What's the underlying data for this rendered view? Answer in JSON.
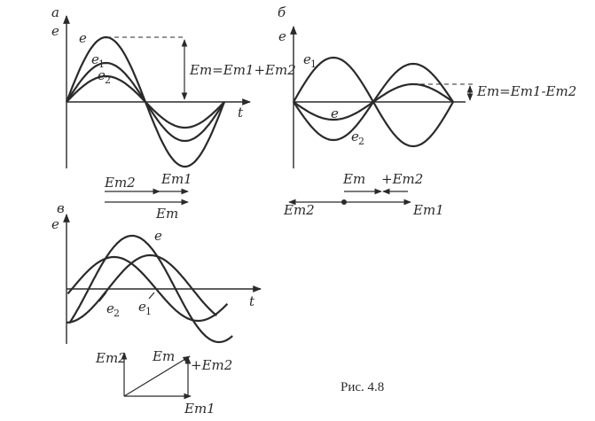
{
  "figure": {
    "caption": "Рис. 4.8",
    "panel_a": {
      "tag": "а",
      "axis_e": "e",
      "axis_t": "t",
      "curve_labels": [
        {
          "text": "e",
          "sub": ""
        },
        {
          "text": "e",
          "sub": "1"
        },
        {
          "text": "e",
          "sub": "2"
        }
      ],
      "formula": "Em=Em1+Em2",
      "vectors": [
        {
          "text": "Em2"
        },
        {
          "text": "Em1"
        },
        {
          "text": "Em"
        }
      ]
    },
    "panel_b": {
      "tag": "б",
      "axis_e": "e",
      "curve_labels": [
        {
          "text": "e",
          "sub": "1"
        },
        {
          "text": "e",
          "sub": ""
        },
        {
          "text": "e",
          "sub": "2"
        }
      ],
      "formula": "Em=Em1-Em2",
      "vectors": [
        {
          "text": "Em"
        },
        {
          "text": "+Em2"
        },
        {
          "text": "Em2"
        },
        {
          "text": "Em1"
        }
      ]
    },
    "panel_v": {
      "tag": "в",
      "axis_e": "e",
      "axis_t": "t",
      "curve_labels": [
        {
          "text": "e",
          "sub": ""
        },
        {
          "text": "e",
          "sub": "2"
        },
        {
          "text": "e",
          "sub": "1"
        }
      ],
      "vectors": [
        {
          "text": "Em2"
        },
        {
          "text": "Em"
        },
        {
          "text": "+Em2"
        },
        {
          "text": "Em1"
        }
      ]
    }
  }
}
